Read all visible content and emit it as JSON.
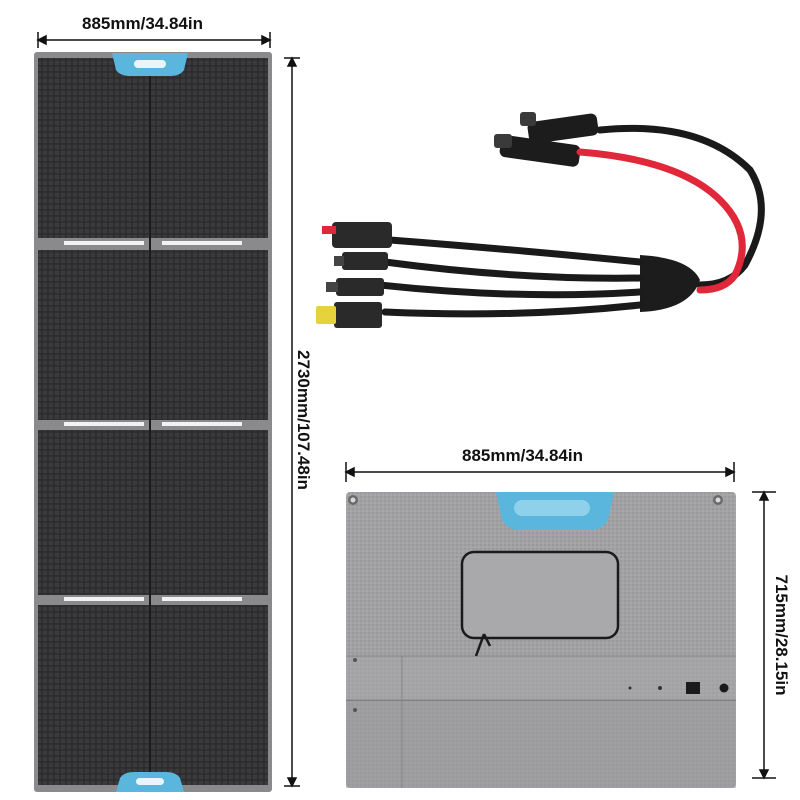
{
  "image_alt": "Foldable solar panel product photo with dimensions",
  "dimensions": {
    "unfolded_width": "885mm/34.84in",
    "unfolded_height": "2730mm/107.48in",
    "folded_width": "885mm/34.84in",
    "folded_height": "715mm/28.15in"
  },
  "colors": {
    "panel_cell": "#2c2c2e",
    "panel_frame": "#8a8a8c",
    "handle": "#5ab6dc",
    "fabric": "#9c9c9e",
    "cable": "#1a1a1a",
    "red_wire": "#e0283a",
    "connector_yellow": "#e6d23c"
  }
}
